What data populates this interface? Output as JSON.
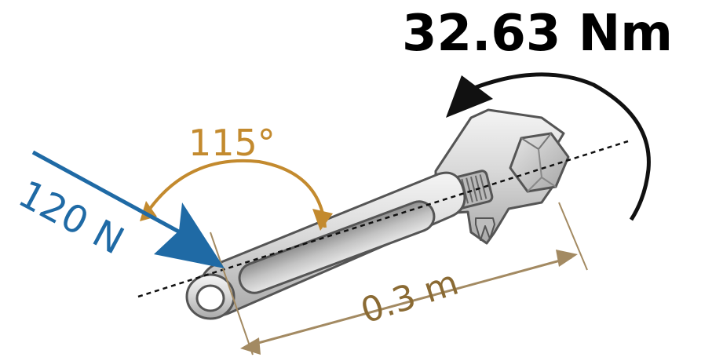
{
  "torque": {
    "text": "32.63 Nm",
    "color": "#000000"
  },
  "angle": {
    "text": "115°",
    "color": "#c38a2e"
  },
  "force": {
    "text": "120 N",
    "color": "#1f6aa5"
  },
  "lever": {
    "text": "0.3 m",
    "color": "#8a6a33"
  }
}
